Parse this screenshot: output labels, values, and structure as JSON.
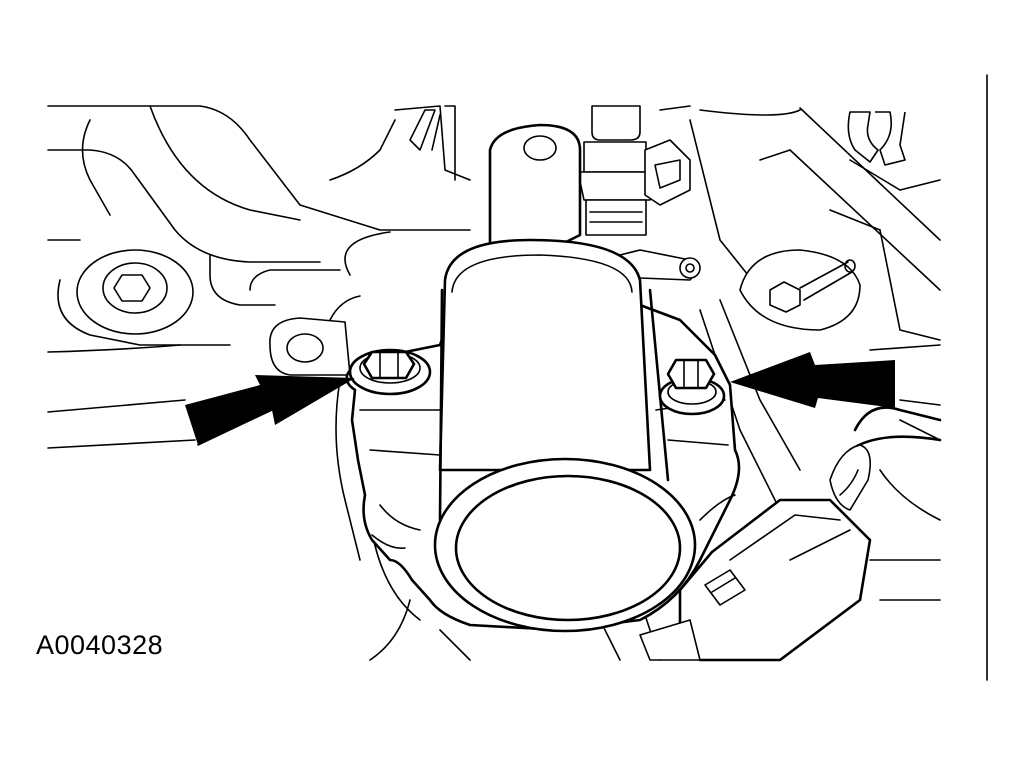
{
  "figure": {
    "reference_code": "A0040328",
    "colors": {
      "line": "#000000",
      "background": "#ffffff"
    },
    "callouts": [
      {
        "name": "left-arrow",
        "points_to": "left-bolt"
      },
      {
        "name": "right-arrow",
        "points_to": "right-bolt"
      }
    ]
  }
}
